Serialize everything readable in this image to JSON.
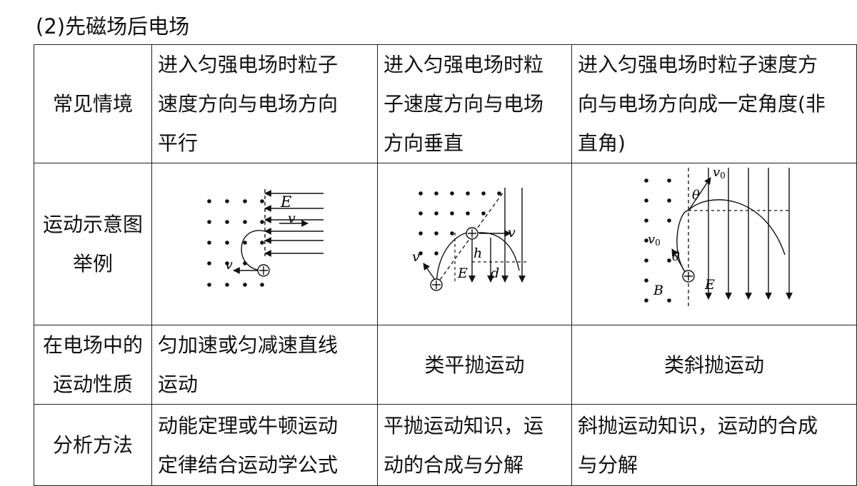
{
  "title": "(2)先磁场后电场",
  "rows": {
    "scenario": {
      "header": "常见情境",
      "c1": "进入匀强电场时粒子\n速度方向与电场方向\n平行",
      "c2": "进入匀强电场时粒\n子速度方向与电场\n方向垂直",
      "c3": "进入匀强电场时粒子速度方\n向与电场方向成一定角度(非\n直角)"
    },
    "diagram": {
      "header": "运动示意图\n举例",
      "d1": {
        "E": "E",
        "v_top": "v",
        "v_bottom": "v"
      },
      "d2": {
        "v_right": "v",
        "v_left": "v",
        "h": "h",
        "E": "E",
        "d": "d"
      },
      "d3": {
        "v0_top": "v",
        "v0_top_sub": "0",
        "theta_top": "θ",
        "v0_left": "v",
        "v0_left_sub": "0",
        "theta_bottom": "θ",
        "B": "B",
        "E": "E"
      }
    },
    "nature": {
      "header": "在电场中的\n运动性质",
      "c1": "匀加速或匀减速直线\n运动",
      "c2": "类平抛运动",
      "c3": "类斜抛运动"
    },
    "method": {
      "header": "分析方法",
      "c1": "动能定理或牛顿运动\n定律结合运动学公式",
      "c2": "平抛运动知识，运\n动的合成与分解",
      "c3": "斜抛运动知识，运动的合成\n与分解"
    }
  }
}
